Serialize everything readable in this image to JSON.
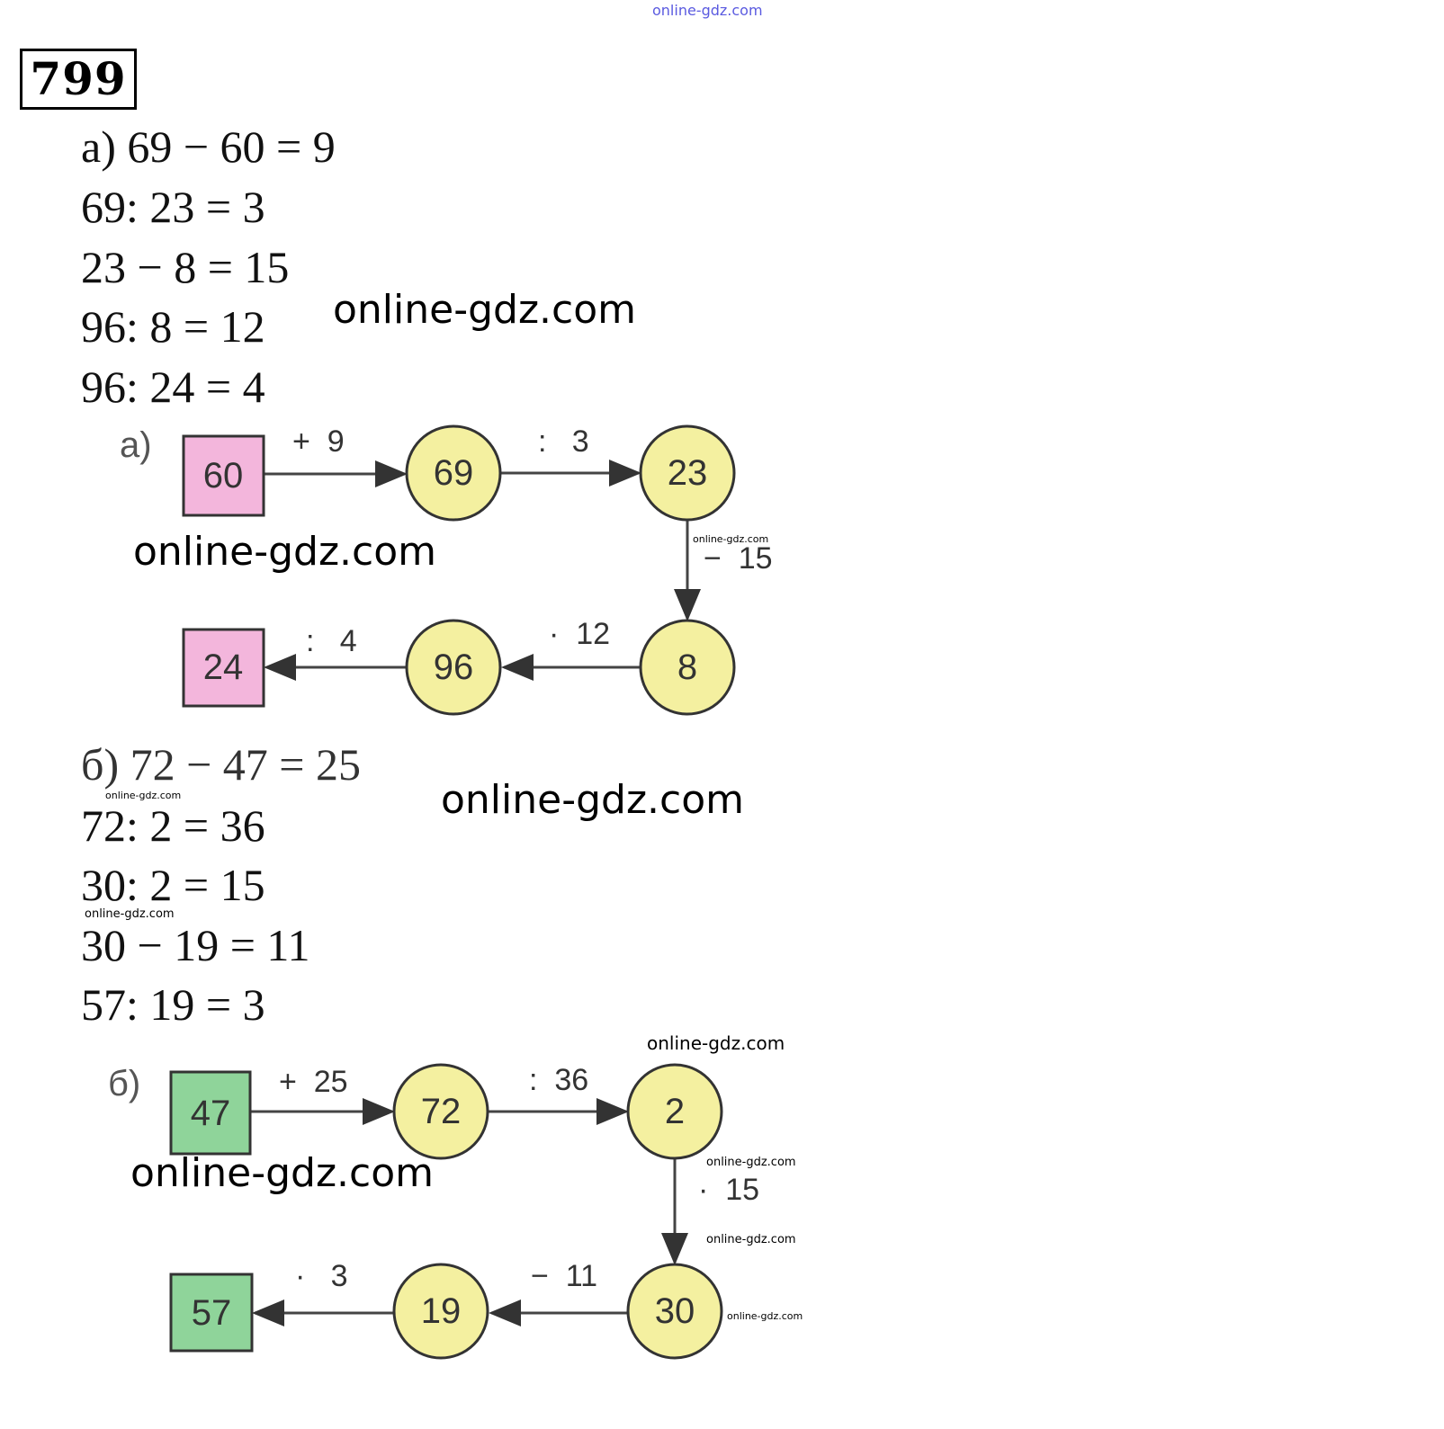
{
  "watermark": "online-gdz.com",
  "problem_number": "799",
  "part_a": {
    "equations": [
      "а) 69 − 60 = 9",
      "69: 23 = 3",
      "23 − 8 = 15",
      "96: 8 = 12",
      "96: 24 = 4"
    ],
    "diagram": {
      "label": "а)",
      "nodes": [
        "60",
        "69",
        "23",
        "8",
        "96",
        "24"
      ],
      "operations": [
        "+  9",
        ":   3",
        "−  15",
        "·  12",
        ":   4"
      ],
      "box_color": "#f3b6dc",
      "circle_color": "#f4f0a0"
    }
  },
  "part_b": {
    "equations": [
      "б) 72 − 47 = 25",
      "72: 2 = 36",
      "30: 2 = 15",
      "30 − 19 = 11",
      "57: 19 = 3"
    ],
    "diagram": {
      "label": "б)",
      "nodes": [
        "47",
        "72",
        "2",
        "30",
        "19",
        "57"
      ],
      "operations": [
        "+  25",
        ":  36",
        "·  15",
        "−  11",
        "·   3"
      ],
      "box_color": "#8fd49a",
      "circle_color": "#f4f0a0"
    }
  }
}
